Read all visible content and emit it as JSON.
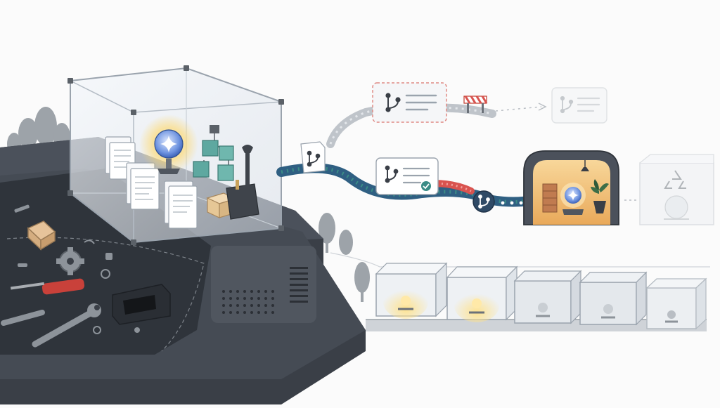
{
  "colors": {
    "background": "#fbfbfb",
    "machine_dark": "#3a3f47",
    "machine_mid": "#4b515b",
    "machine_top": "#5a616b",
    "glass_fill": "#e9eef4",
    "glass_edge": "#9aa3ad",
    "spark_blue": "#4b78d4",
    "glow_yellow": "#ffd766",
    "accent_red": "#d9534f",
    "accent_teal": "#3b8c86",
    "conveyor_blue": "#2f5f82",
    "ghost_gray": "#d4d8dd",
    "trees": "#8d949b",
    "teal_cube": "#5ea8a0",
    "wrench": "#3f444b",
    "screwdriver_red": "#c9413a",
    "tunnel_interior": "#f6c97c"
  },
  "icons": {
    "main_orb": "sparkle-icon",
    "branch_badge": "git-branch-icon",
    "check_badge": "check-circle-icon",
    "recycle_badge": "recycle-icon",
    "barrier": "road-barrier-icon",
    "lamp": "pendant-lamp-icon",
    "plant": "potted-plant-icon"
  },
  "items": {
    "glass_cubes": [
      {
        "state": "lit"
      },
      {
        "state": "lit"
      },
      {
        "state": "dim"
      },
      {
        "state": "dim"
      },
      {
        "state": "empty"
      }
    ],
    "document_stacks": 3
  }
}
